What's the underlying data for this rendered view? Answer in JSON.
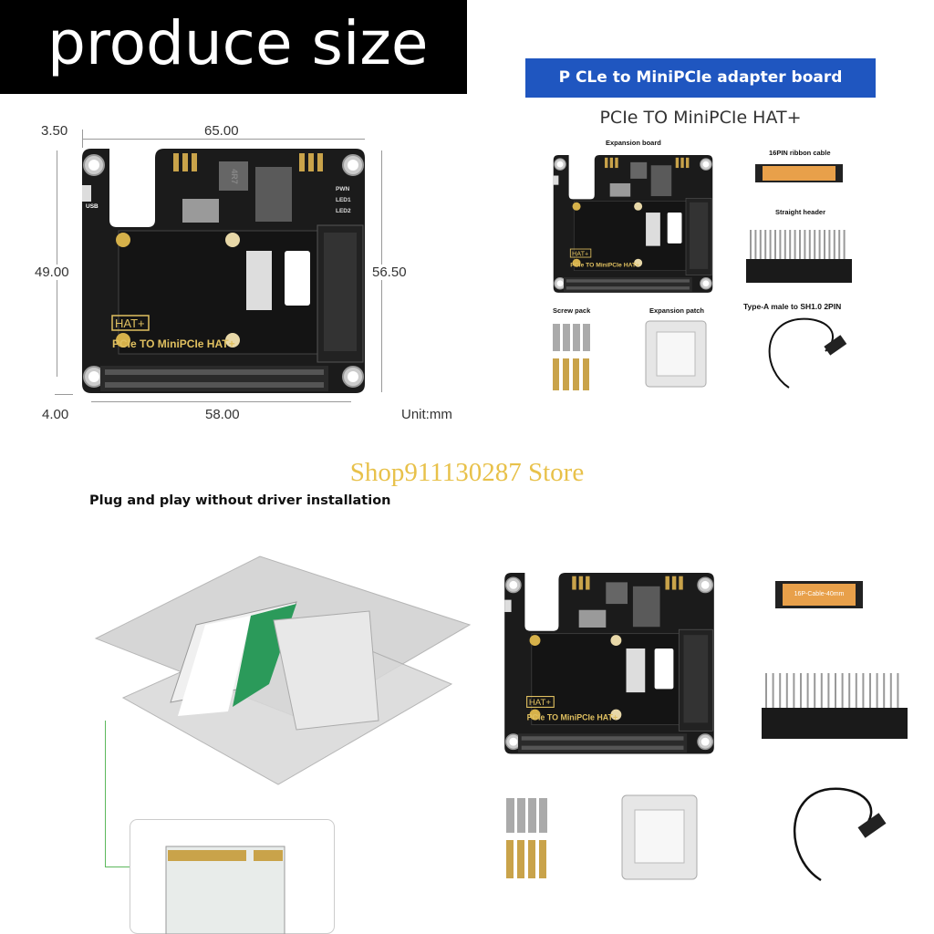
{
  "banner": {
    "title": "produce size"
  },
  "dimensions": {
    "top_offset": "3.50",
    "width_top": "65.00",
    "height_left": "49.00",
    "height_right": "56.50",
    "bottom_offset": "4.00",
    "width_bottom": "58.00",
    "unit": "Unit:mm"
  },
  "board": {
    "badge": "HAT+",
    "silkscreen": "PCIe TO MiniPCIe HAT+",
    "usb": "USB",
    "pwr": "PWN",
    "led1": "LED1",
    "led2": "LED2",
    "inductor": "4R7"
  },
  "package": {
    "header_banner": "P CLe to MiniPCle adapter board",
    "title": "PCIe TO MiniPCIe HAT+",
    "labels": {
      "expansion_board": "Expansion board",
      "ribbon_cable": "16PIN ribbon cable",
      "straight_header": "Straight header",
      "screw_pack": "Screw pack",
      "expansion_patch": "Expansion patch",
      "usb_cable": "Type-A male to SH1.0 2PIN"
    },
    "ribbon_text": "16P-Cable-40mm"
  },
  "watermark": "Shop911130287 Store",
  "feature": {
    "text": "Plug and play without driver installation"
  },
  "colors": {
    "banner_blue": "#1f56c0",
    "pcb": "#1b1b1b",
    "gold": "#c9a34a",
    "ribbon": "#e8a04a",
    "watermark": "#e8c14a"
  }
}
